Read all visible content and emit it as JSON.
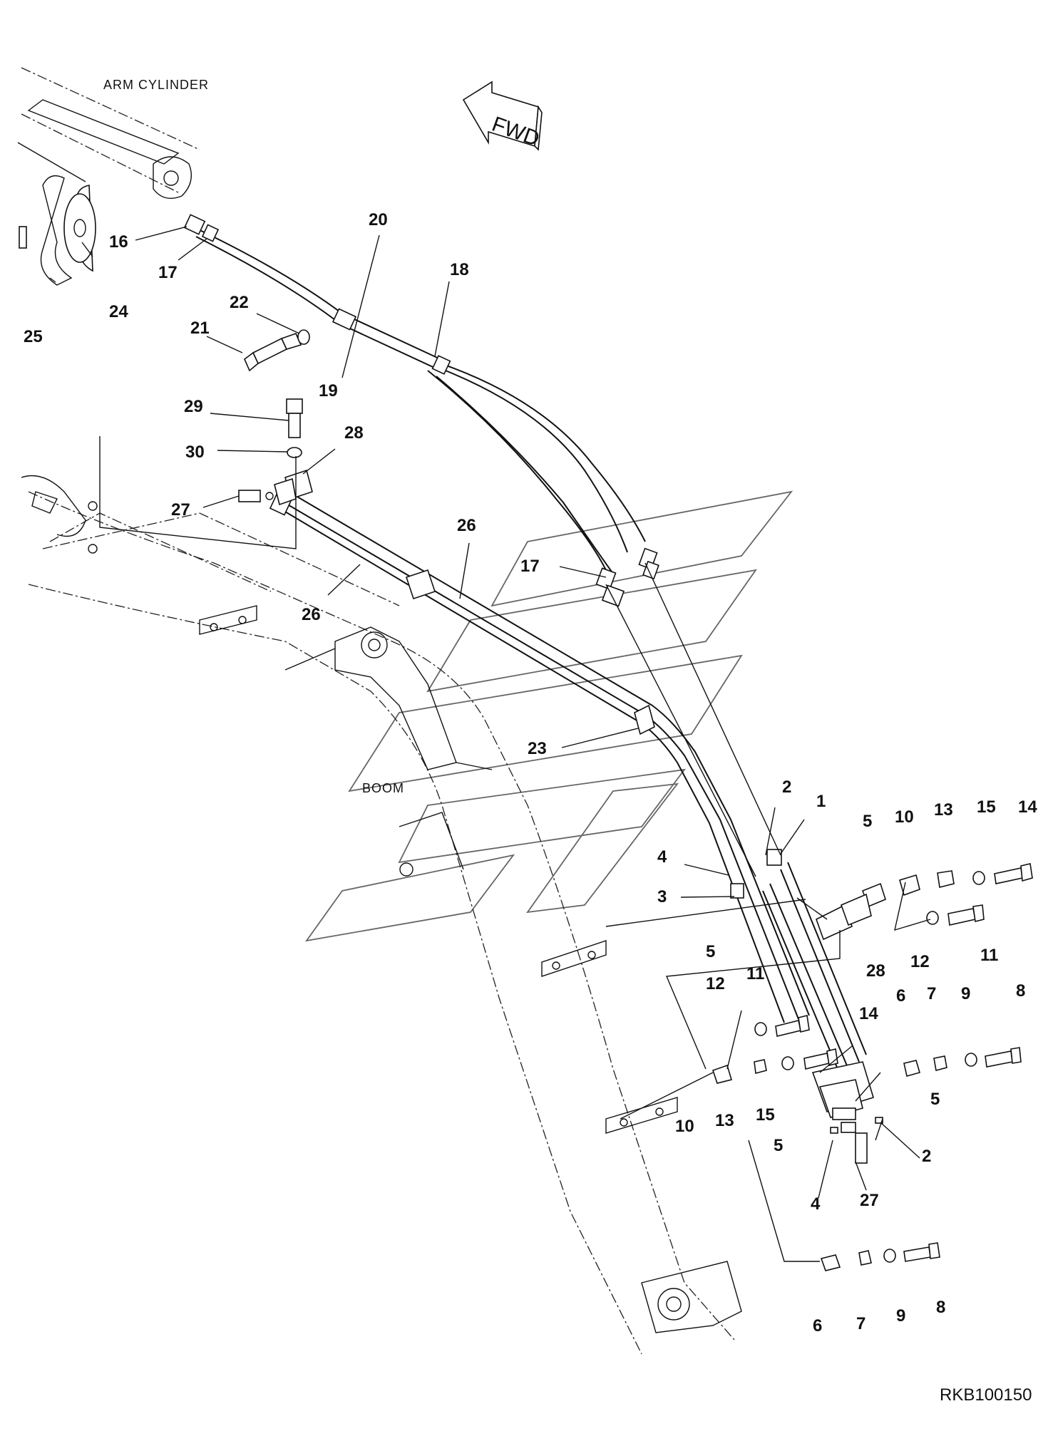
{
  "captions": {
    "arm_cylinder": "ARM CYLINDER",
    "boom": "BOOM",
    "fwd": "FWD",
    "drawing_code": "RKB100150"
  },
  "callouts": {
    "c1": "1",
    "c2a": "2",
    "c2b": "2",
    "c3": "3",
    "c4a": "4",
    "c4b": "4",
    "c5a": "5",
    "c5b": "5",
    "c5c": "5",
    "c5d": "5",
    "c6a": "6",
    "c6b": "6",
    "c7a": "7",
    "c7b": "7",
    "c8a": "8",
    "c8b": "8",
    "c9a": "9",
    "c9b": "9",
    "c10a": "10",
    "c10b": "10",
    "c11a": "11",
    "c11b": "11",
    "c12a": "12",
    "c12b": "12",
    "c13a": "13",
    "c13b": "13",
    "c14a": "14",
    "c14b": "14",
    "c15a": "15",
    "c15b": "15",
    "c16": "16",
    "c17a": "17",
    "c17b": "17",
    "c18": "18",
    "c19": "19",
    "c20": "20",
    "c21": "21",
    "c22": "22",
    "c23": "23",
    "c24": "24",
    "c25": "25",
    "c26a": "26",
    "c26b": "26",
    "c27a": "27",
    "c27b": "27",
    "c28a": "28",
    "c28b": "28",
    "c29": "29",
    "c30": "30"
  },
  "icons": {
    "arrow": "fwd-arrow-icon",
    "watermark": "watermark-logo-icon"
  }
}
